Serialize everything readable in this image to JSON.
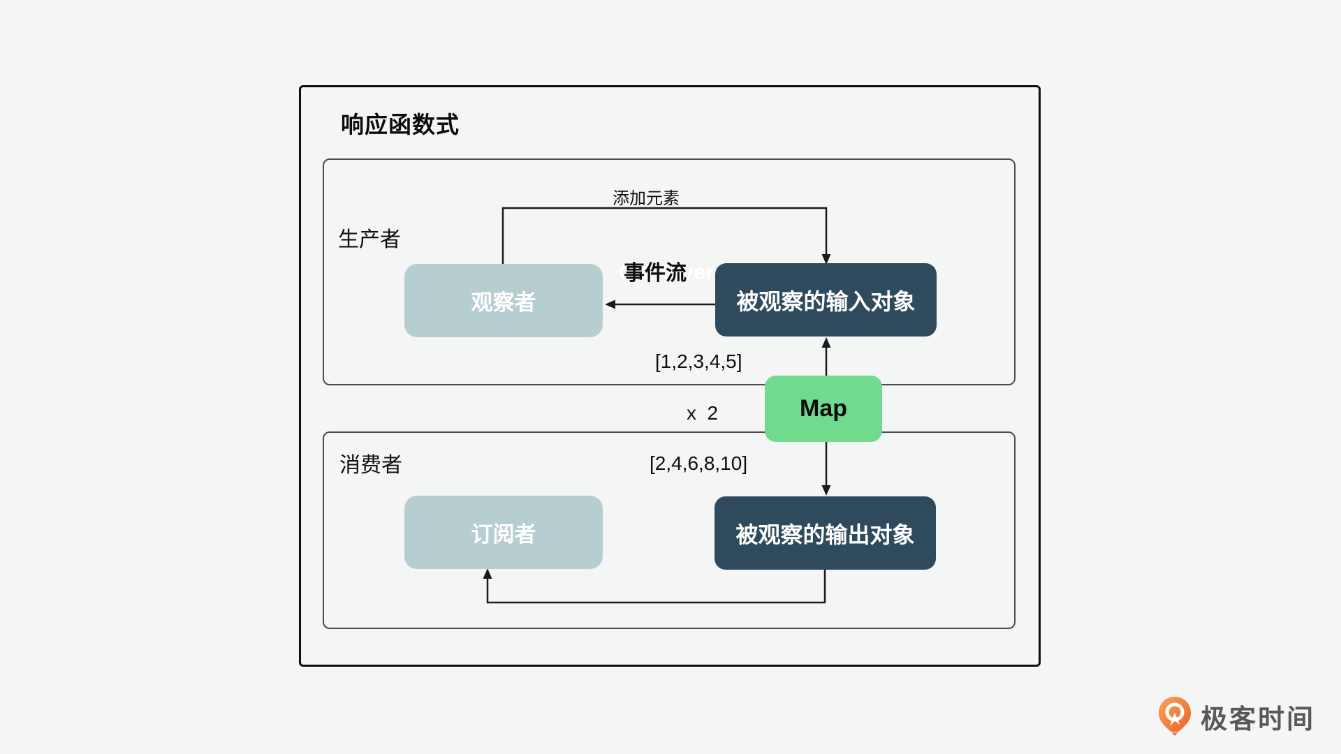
{
  "title": "响应函数式",
  "producer": {
    "label": "生产者",
    "observer": "观察者",
    "observable_input": "被观察的输入对象",
    "add_element_label": "添加元素",
    "event_stream_label": "事件流",
    "event_stream_ghost": "Observer"
  },
  "transform": {
    "input_values": "[1,2,3,4,5]",
    "operation": "x  2",
    "map_label": "Map",
    "output_values": "[2,4,6,8,10]"
  },
  "consumer": {
    "label": "消费者",
    "subscriber": "订阅者",
    "observable_output": "被观察的输出对象"
  },
  "logo": {
    "text": "极客时间"
  },
  "colors": {
    "background": "#f4f5f5",
    "node_teal": "#b7ced1",
    "node_navy": "#2e4a5c",
    "node_green": "#70da8e",
    "arrow": "#1a1a1a",
    "logo_orange": "#ec6c2c",
    "logo_text_gray": "#5b5757"
  }
}
